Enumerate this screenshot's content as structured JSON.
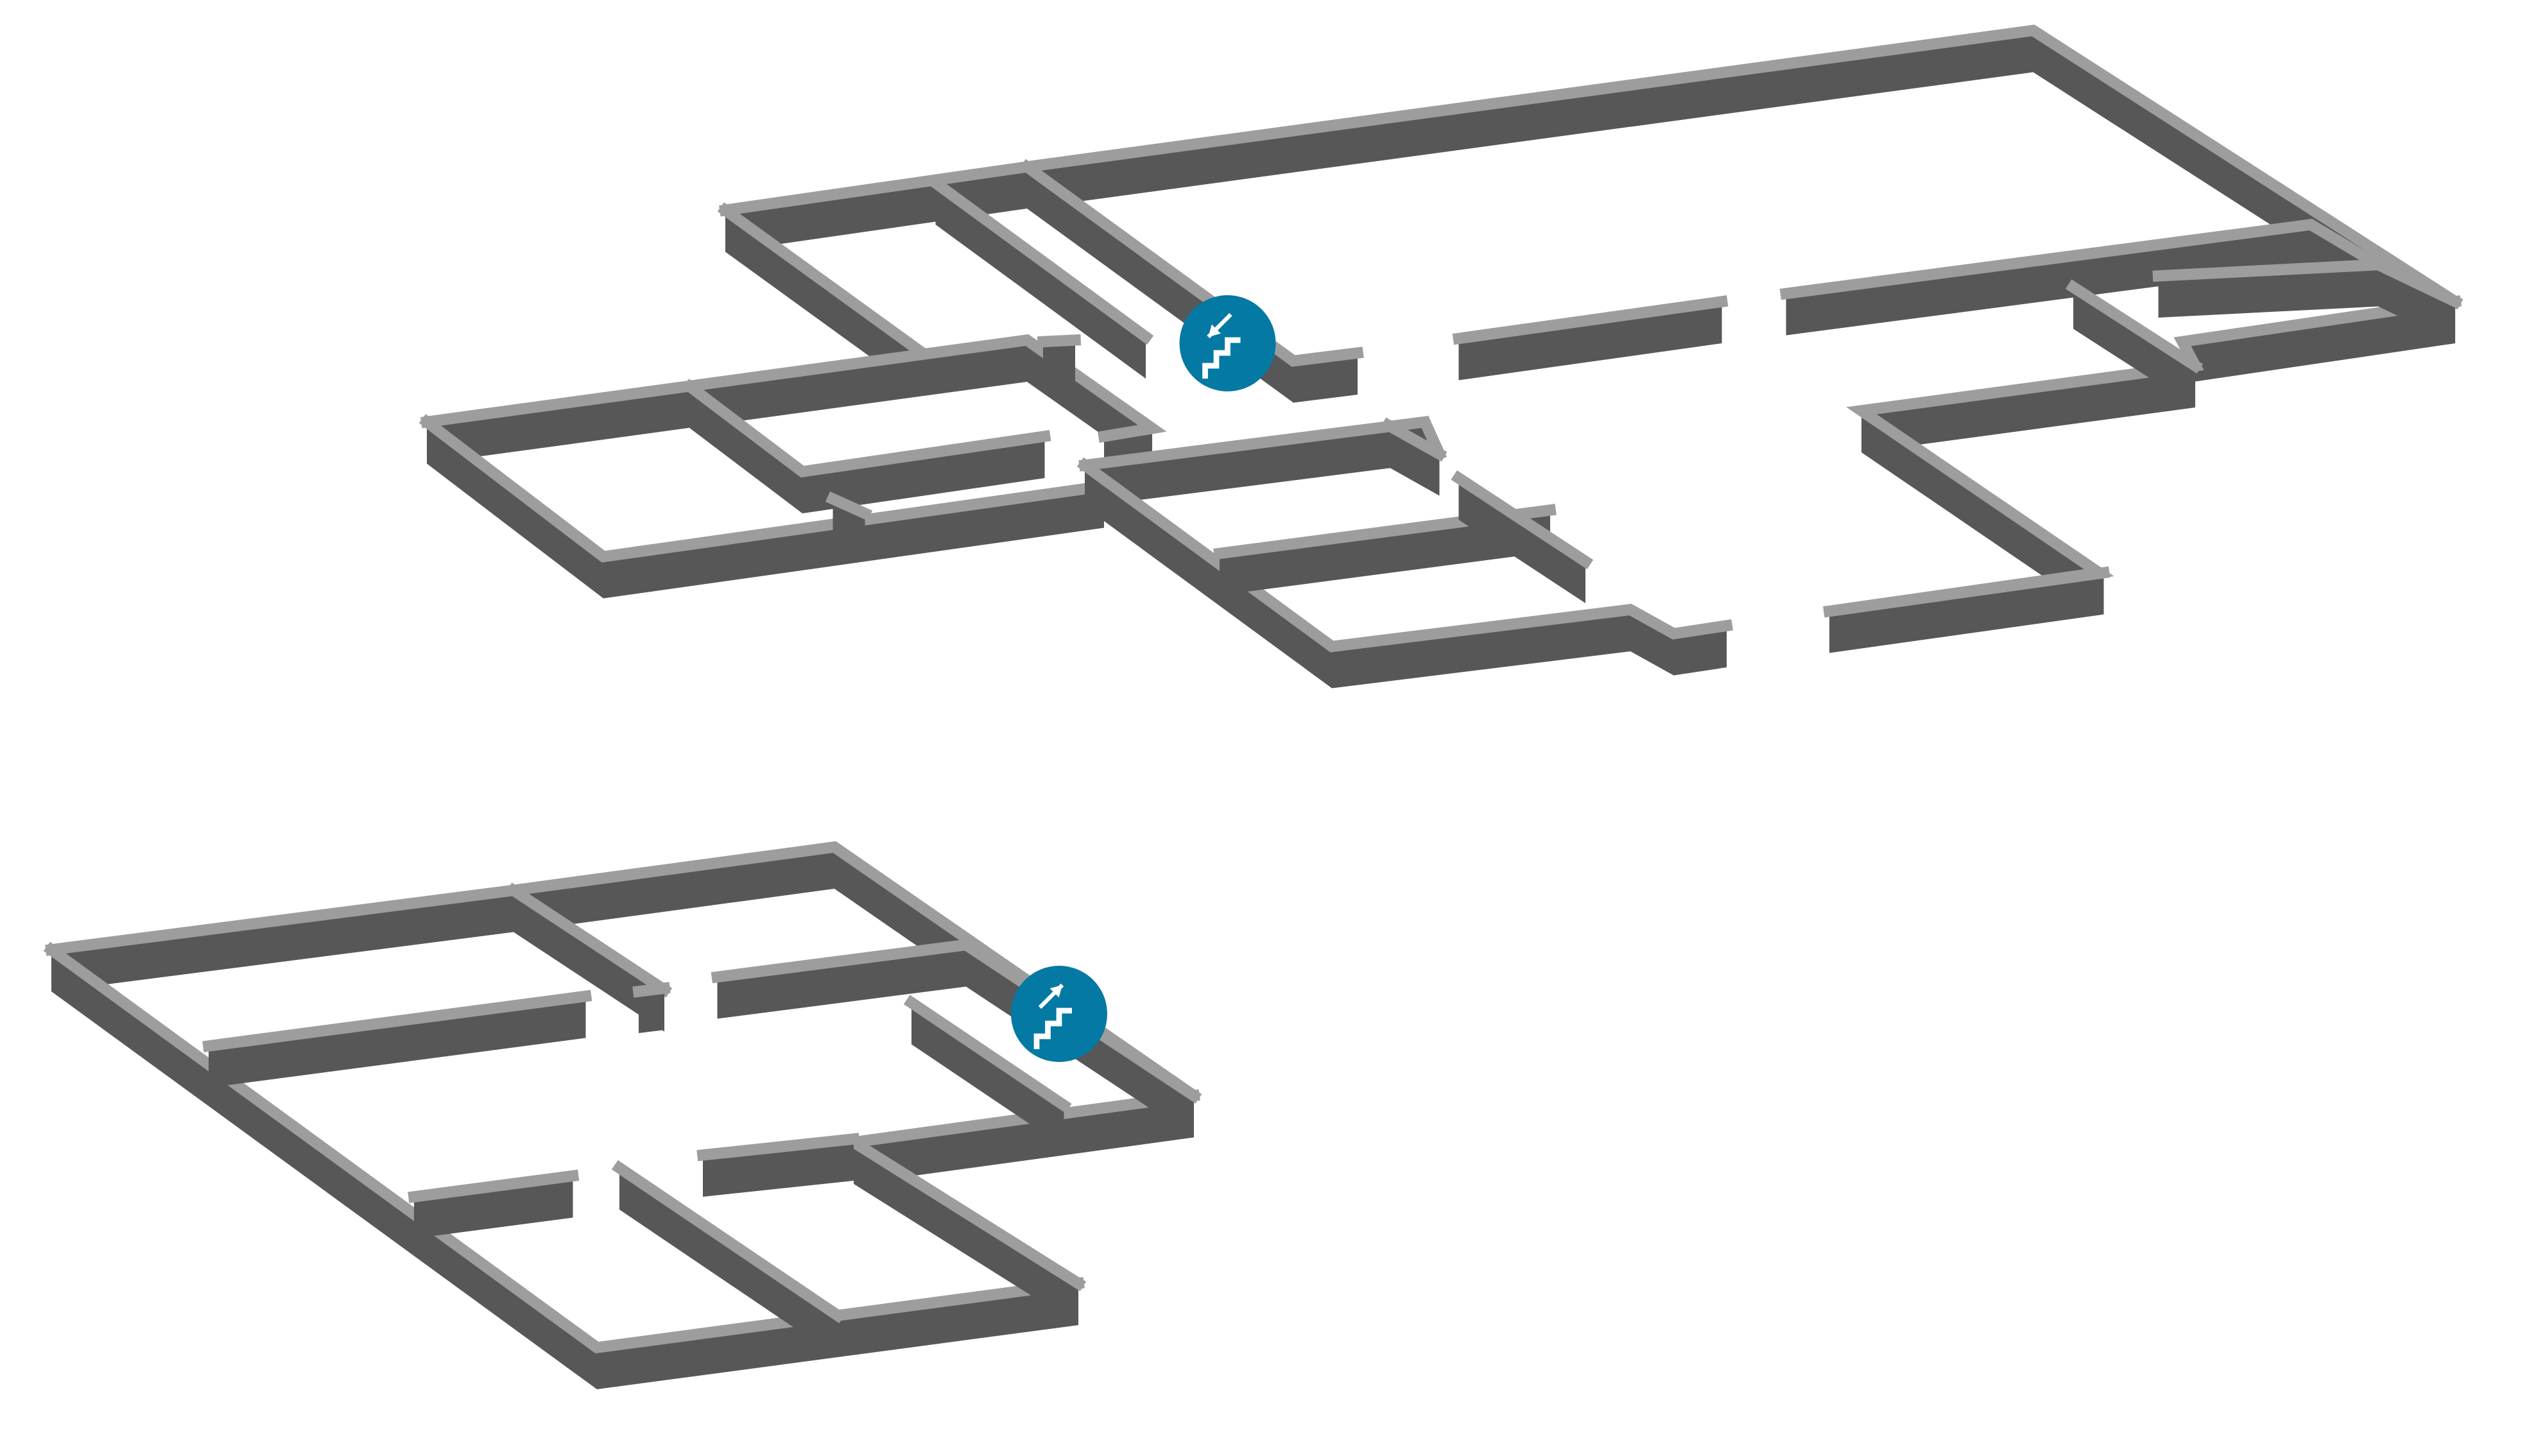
{
  "diagram": {
    "type": "isometric-floor-plan-stack",
    "floors": [
      {
        "name": "upper-floor",
        "stair_direction": "down"
      },
      {
        "name": "lower-floor",
        "stair_direction": "up"
      }
    ],
    "colors": {
      "background": "#ffffff",
      "wall_top": "#9d9d9d",
      "wall_top_edge": "#bdbdbd",
      "wall_side": "#575757",
      "wall_side_dark": "#4a4a4a",
      "stair_marker": "#0379a3",
      "stair_icon": "#ffffff"
    },
    "icons": {
      "upper_stair": "stairs-down-icon",
      "lower_stair": "stairs-up-icon"
    }
  }
}
